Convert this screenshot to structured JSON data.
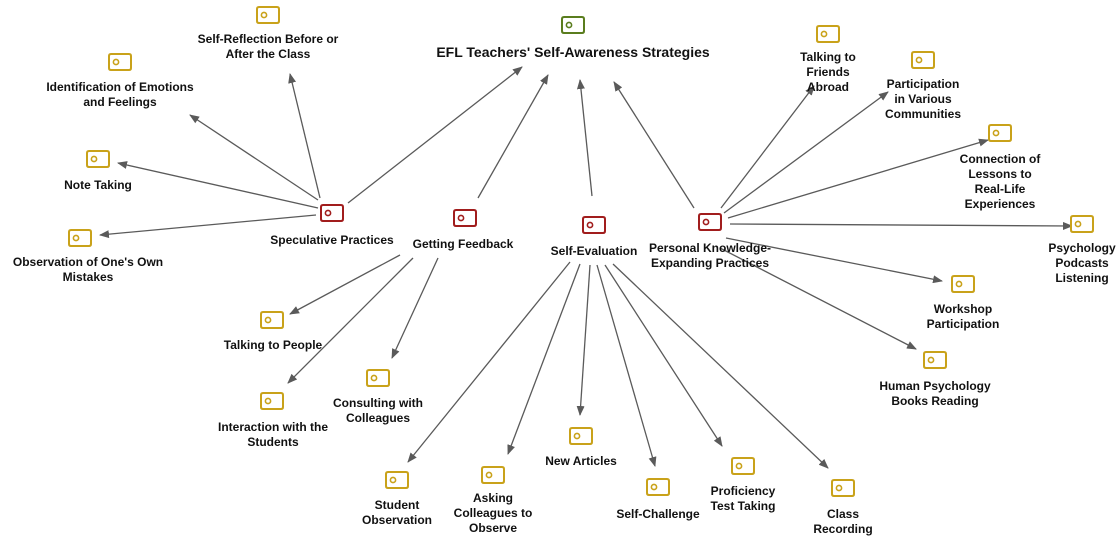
{
  "colors": {
    "root_icon": "#5a7d1e",
    "category_icon": "#a11d1d",
    "leaf_icon": "#c9a21a",
    "edge": "#5a5a5a",
    "text": "#111111"
  },
  "nodes": [
    {
      "id": "root",
      "kind": "root",
      "lines": [
        "EFL Teachers' Self-Awareness Strategies"
      ]
    },
    {
      "id": "speculative",
      "kind": "category",
      "lines": [
        "Speculative Practices"
      ]
    },
    {
      "id": "feedback",
      "kind": "category",
      "lines": [
        "Getting Feedback"
      ]
    },
    {
      "id": "selfeval",
      "kind": "category",
      "lines": [
        "Self-Evaluation"
      ]
    },
    {
      "id": "personal",
      "kind": "category",
      "lines": [
        "Personal Knowledge-",
        "Expanding Practices"
      ]
    },
    {
      "id": "selfreflection",
      "kind": "leaf",
      "lines": [
        "Self-Reflection Before or",
        "After the Class"
      ]
    },
    {
      "id": "emotions",
      "kind": "leaf",
      "lines": [
        "Identification of Emotions",
        "and Feelings"
      ]
    },
    {
      "id": "notetaking",
      "kind": "leaf",
      "lines": [
        "Note Taking"
      ]
    },
    {
      "id": "mistakes",
      "kind": "leaf",
      "lines": [
        "Observation of One's Own",
        "Mistakes"
      ]
    },
    {
      "id": "talkpeople",
      "kind": "leaf",
      "lines": [
        "Talking to People"
      ]
    },
    {
      "id": "interaction",
      "kind": "leaf",
      "lines": [
        "Interaction with the",
        "Students"
      ]
    },
    {
      "id": "consulting",
      "kind": "leaf",
      "lines": [
        "Consulting with",
        "Colleagues"
      ]
    },
    {
      "id": "studentobs",
      "kind": "leaf",
      "lines": [
        "Student",
        "Observation"
      ]
    },
    {
      "id": "askingcolleagues",
      "kind": "leaf",
      "lines": [
        "Asking",
        "Colleagues to",
        "Observe"
      ]
    },
    {
      "id": "newarticles",
      "kind": "leaf",
      "lines": [
        "New Articles"
      ]
    },
    {
      "id": "selfchallenge",
      "kind": "leaf",
      "lines": [
        "Self-Challenge"
      ]
    },
    {
      "id": "proficiency",
      "kind": "leaf",
      "lines": [
        "Proficiency",
        "Test Taking"
      ]
    },
    {
      "id": "classrecording",
      "kind": "leaf",
      "lines": [
        "Class",
        "Recording"
      ]
    },
    {
      "id": "friendsabroad",
      "kind": "leaf",
      "lines": [
        "Talking to",
        "Friends",
        "Abroad"
      ]
    },
    {
      "id": "communities",
      "kind": "leaf",
      "lines": [
        "Participation",
        "in Various",
        "Communities"
      ]
    },
    {
      "id": "connection",
      "kind": "leaf",
      "lines": [
        "Connection of",
        "Lessons to",
        "Real-Life",
        "Experiences"
      ]
    },
    {
      "id": "podcasts",
      "kind": "leaf",
      "lines": [
        "Psychology",
        "Podcasts",
        "Listening"
      ]
    },
    {
      "id": "workshop",
      "kind": "leaf",
      "lines": [
        "Workshop",
        "Participation"
      ]
    },
    {
      "id": "books",
      "kind": "leaf",
      "lines": [
        "Human Psychology",
        "Books Reading"
      ]
    }
  ],
  "edges": [
    {
      "from": "speculative",
      "to": "root"
    },
    {
      "from": "feedback",
      "to": "root"
    },
    {
      "from": "selfeval",
      "to": "root"
    },
    {
      "from": "personal",
      "to": "root"
    },
    {
      "from": "speculative",
      "to": "selfreflection"
    },
    {
      "from": "speculative",
      "to": "emotions"
    },
    {
      "from": "speculative",
      "to": "notetaking"
    },
    {
      "from": "speculative",
      "to": "mistakes"
    },
    {
      "from": "feedback",
      "to": "talkpeople"
    },
    {
      "from": "feedback",
      "to": "interaction"
    },
    {
      "from": "feedback",
      "to": "consulting"
    },
    {
      "from": "selfeval",
      "to": "studentobs"
    },
    {
      "from": "selfeval",
      "to": "askingcolleagues"
    },
    {
      "from": "selfeval",
      "to": "newarticles"
    },
    {
      "from": "selfeval",
      "to": "selfchallenge"
    },
    {
      "from": "selfeval",
      "to": "proficiency"
    },
    {
      "from": "selfeval",
      "to": "classrecording"
    },
    {
      "from": "personal",
      "to": "friendsabroad"
    },
    {
      "from": "personal",
      "to": "communities"
    },
    {
      "from": "personal",
      "to": "connection"
    },
    {
      "from": "personal",
      "to": "podcasts"
    },
    {
      "from": "personal",
      "to": "workshop"
    },
    {
      "from": "personal",
      "to": "books"
    }
  ]
}
